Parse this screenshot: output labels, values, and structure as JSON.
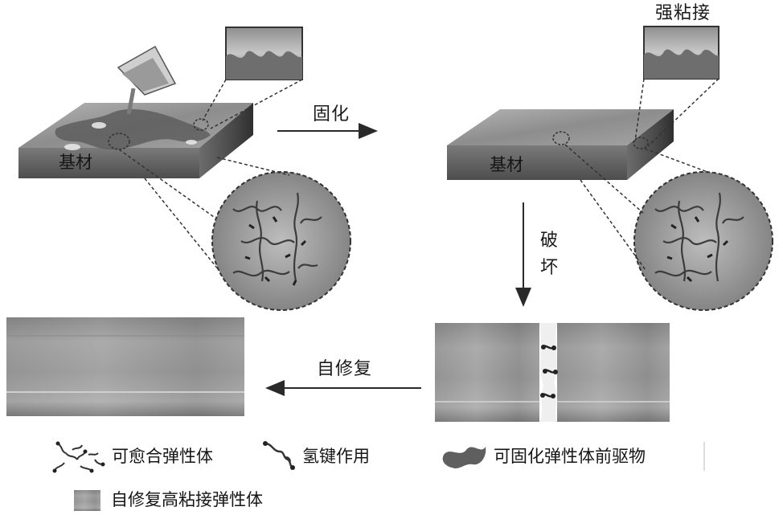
{
  "labels": {
    "cure_arrow": "固化",
    "damage_line1": "破",
    "damage_line2": "坏",
    "self_heal_arrow": "自修复",
    "substrate_left": "基材",
    "substrate_right": "基材",
    "strong_adhesion": "强粘接"
  },
  "legend": {
    "healable_elastomer": "可愈合弹性体",
    "hydrogen_bond": "氢键作用",
    "curable_precursor": "可固化弹性体前驱物",
    "self_healing_adhesive": "自修复高粘接弹性体"
  },
  "colors": {
    "ink": "#1a1a1a",
    "slab_top": "#8a8a8a",
    "slab_side": "#5a5a5a",
    "precursor": "#6b6b6b",
    "dashed": "#333333"
  }
}
